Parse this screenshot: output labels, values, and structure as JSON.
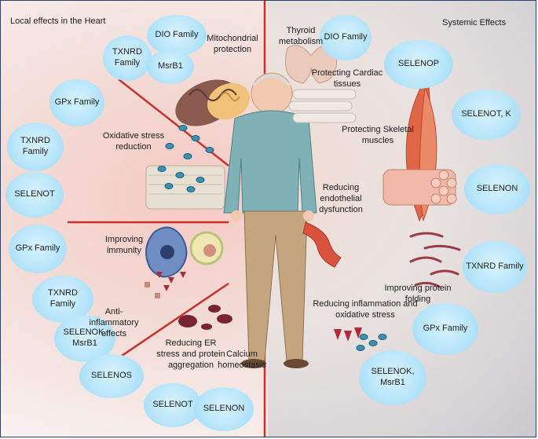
{
  "headings": {
    "left": "Local effects in the Heart",
    "right": "Systemic Effects"
  },
  "bubbles": {
    "dio_left": "DIO Family",
    "txnrd_top": "TXNRD Family",
    "msrb1_top": "MsrB1",
    "gpx_upper": "GPx Family",
    "txnrd_upper": "TXNRD Family",
    "selenot_left": "SELENOT",
    "gpx_lower": "GPx Family",
    "txnrd_lower": "TXNRD Family",
    "selenok_left": "SELENOK, MsrB1",
    "selenos": "SELENOS",
    "selenot_bottom": "SELENOT",
    "selenon_bottom": "SELENON",
    "dio_right": "DIO Family",
    "selenop": "SELENOP",
    "selenot_k": "SELENOT, K",
    "selenon_right": "SELENON",
    "txnrd_right": "TXNRD Family",
    "gpx_right": "GPx Family",
    "selenok_right": "SELENOK, MsrB1"
  },
  "labels": {
    "mito": "Mitochondrial protection",
    "oxidative": "Oxidative stress reduction",
    "immunity": "Improving immunity",
    "anti_inflam": "Anti-inflammatory effects",
    "er_stress": "Reducing ER stress and protein aggregation",
    "calcium": "Calcium homeostasis",
    "thyroid": "Thyroid metabolism",
    "cardiac": "Protecting Cardiac tissues",
    "skeletal": "Protecting Skeletal muscles",
    "endothelial": "Reducing endothelial dysfunction",
    "folding": "Improving protein folding",
    "inflam_ox": "Reducing inflammation and oxidative stress"
  }
}
